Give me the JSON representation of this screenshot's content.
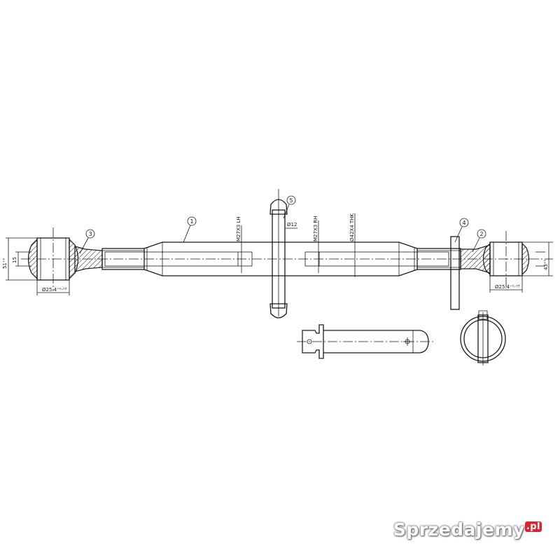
{
  "callouts": [
    "1",
    "2",
    "3",
    "4",
    "5"
  ],
  "dimensions": {
    "left_eye_height": "51⁺⁰",
    "left_hole": "15",
    "left_bore": "Ø25.4⁺⁰·⁰³",
    "right_eye_height": "43⁺⁰",
    "right_bore": "Ø25.4⁺⁰·⁰³",
    "handle_dia": "Ø12",
    "left_thread": "M27X3 LH",
    "right_thread": "M27X3 RH",
    "tube": "Ø42X4 THK"
  },
  "watermark": {
    "text": "Sprzedajemy",
    "suffix": ".pl"
  }
}
